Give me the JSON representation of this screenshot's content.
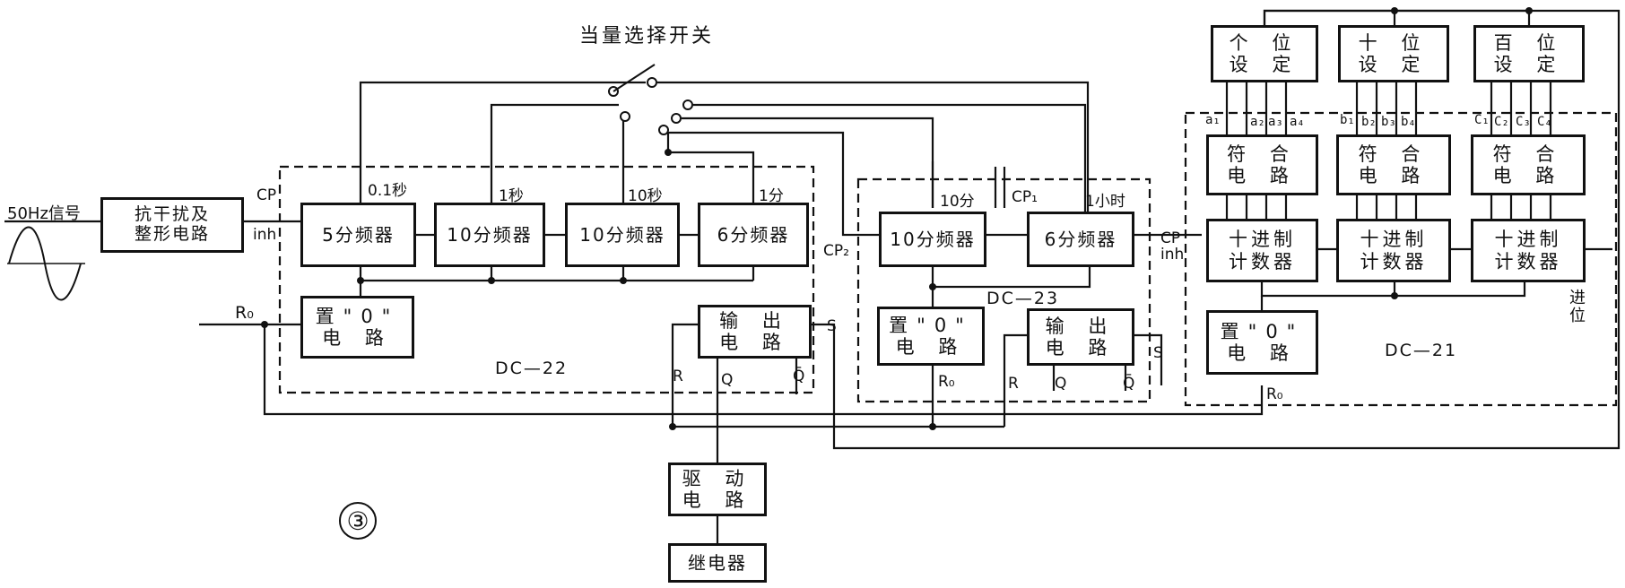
{
  "figure_label": "③",
  "switch_title": "当量选择开关",
  "input_signal": "50Hz信号",
  "blocks": {
    "shaping": [
      "抗干扰及",
      "整形电路"
    ],
    "div5": "5分频器",
    "div10_a": "10分频器",
    "div10_b": "10分频器",
    "div6_a": "6分频器",
    "div10_c": "10分频器",
    "div6_b": "6分频器",
    "reset1": [
      "置\"0\"",
      "电 路"
    ],
    "reset2": [
      "置\"0\"",
      "电 路"
    ],
    "reset3": [
      "置\"0\"",
      "电 路"
    ],
    "out1": [
      "输 出",
      "电 路"
    ],
    "out2": [
      "输 出",
      "电 路"
    ],
    "drive": [
      "驱 动",
      "电 路"
    ],
    "relay": "继电器",
    "set_units": [
      "个 位",
      "设 定"
    ],
    "set_tens": [
      "十 位",
      "设 定"
    ],
    "set_hundreds": [
      "百 位",
      "设 定"
    ],
    "match1": [
      "符 合",
      "电 路"
    ],
    "match2": [
      "符 合",
      "电 路"
    ],
    "match3": [
      "符 合",
      "电 路"
    ],
    "counter1": [
      "十进制",
      "计数器"
    ],
    "counter2": [
      "十进制",
      "计数器"
    ],
    "counter3": [
      "十进制",
      "计数器"
    ]
  },
  "modules": {
    "m1": "DC—22",
    "m2": "DC—23",
    "m3": "DC—21"
  },
  "taps": {
    "t01": "0.1秒",
    "t1": "1秒",
    "t10": "10秒",
    "t1m": "1分",
    "t10m": "10分",
    "t1h": "1小时"
  },
  "pins": {
    "cp": "CP",
    "inh": "inh",
    "r0": "R₀",
    "cp2": "CP₂",
    "cp1": "CP₁",
    "s": "S",
    "r": "R",
    "q": "Q",
    "qbar": "Q̄",
    "carry": "进位",
    "a": [
      "a₁",
      "a₂",
      "a₃",
      "a₄"
    ],
    "b": [
      "b₁",
      "b₂",
      "b₃",
      "b₄"
    ],
    "c": [
      "C₁",
      "C₂",
      "C₃",
      "C₄"
    ]
  }
}
